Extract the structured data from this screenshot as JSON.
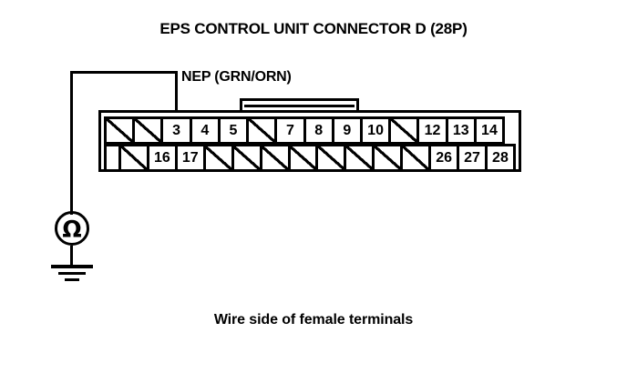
{
  "diagram": {
    "title": "EPS CONTROL UNIT CONNECTOR D (28P)",
    "caption": "Wire side of female terminals",
    "wire_label": "NEP (GRN/ORN)",
    "meter": {
      "type": "ohmmeter",
      "symbol": "Ω",
      "ground_symbol": "earth-ground"
    },
    "connector": {
      "name": "CONNECTOR D",
      "pin_count": "28P",
      "probed_terminal": "3",
      "rows": [
        {
          "id": "top-row",
          "cells": [
            {
              "label": "",
              "used": false
            },
            {
              "label": "",
              "used": false
            },
            {
              "label": "3",
              "used": true
            },
            {
              "label": "4",
              "used": true
            },
            {
              "label": "5",
              "used": true
            },
            {
              "label": "",
              "used": false
            },
            {
              "label": "7",
              "used": true
            },
            {
              "label": "8",
              "used": true
            },
            {
              "label": "9",
              "used": true
            },
            {
              "label": "10",
              "used": true
            },
            {
              "label": "",
              "used": false
            },
            {
              "label": "12",
              "used": true
            },
            {
              "label": "13",
              "used": true
            },
            {
              "label": "14",
              "used": true
            }
          ]
        },
        {
          "id": "bottom-row",
          "cells": [
            {
              "label": "",
              "used": true,
              "narrow": true
            },
            {
              "label": "",
              "used": false
            },
            {
              "label": "16",
              "used": true
            },
            {
              "label": "17",
              "used": true
            },
            {
              "label": "",
              "used": false
            },
            {
              "label": "",
              "used": false
            },
            {
              "label": "",
              "used": false
            },
            {
              "label": "",
              "used": false
            },
            {
              "label": "",
              "used": false
            },
            {
              "label": "",
              "used": false
            },
            {
              "label": "",
              "used": false
            },
            {
              "label": "",
              "used": false
            },
            {
              "label": "26",
              "used": true
            },
            {
              "label": "27",
              "used": true
            },
            {
              "label": "28",
              "used": true
            }
          ]
        }
      ]
    },
    "colors": {
      "line": "#000000",
      "background": "#ffffff"
    }
  }
}
